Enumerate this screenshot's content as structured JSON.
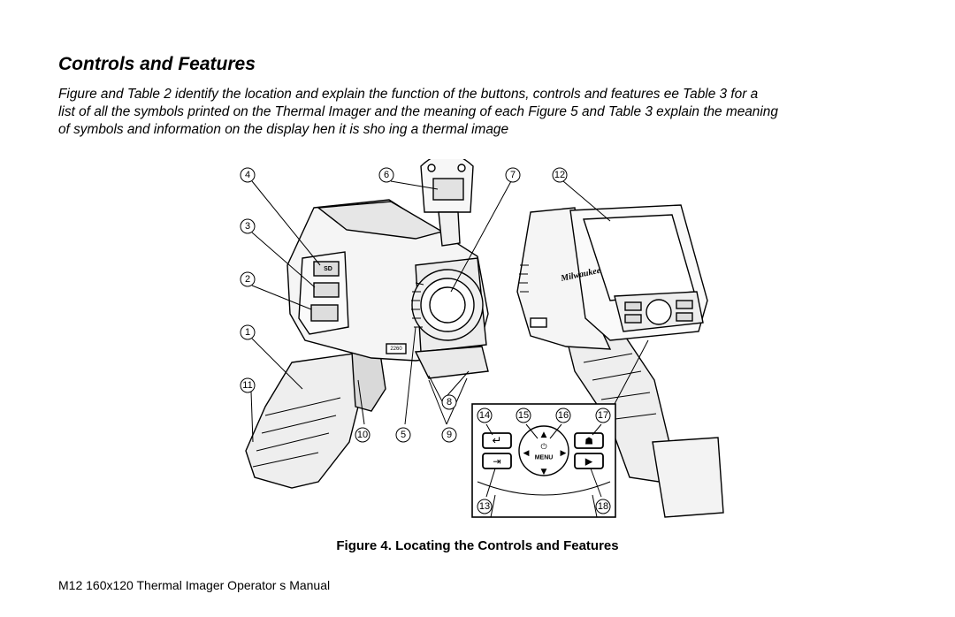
{
  "document": {
    "title": "Controls and Features",
    "intro_lines": [
      "Figure     and Table 2 identify the location and explain the function of the buttons, controls and features        ee Table 3 for a",
      "list of all the symbols printed on the Thermal Imager and the meaning of each    Figure 5 and Table 3 explain the meaning",
      "of symbols and information on the display    hen it is sho   ing a thermal image"
    ],
    "figure_caption": "Figure 4. Locating the Controls and Features",
    "footer": "M12 160x120 Thermal Imager Operator   s Manual"
  },
  "figure": {
    "callouts": [
      "1",
      "2",
      "3",
      "4",
      "5",
      "6",
      "7",
      "8",
      "9",
      "10",
      "11",
      "12",
      "13",
      "14",
      "15",
      "16",
      "17",
      "18"
    ],
    "device_labels": {
      "brand": "Milwaukee",
      "menu": "MENU",
      "card_slot": "SD",
      "model": "2260"
    }
  }
}
